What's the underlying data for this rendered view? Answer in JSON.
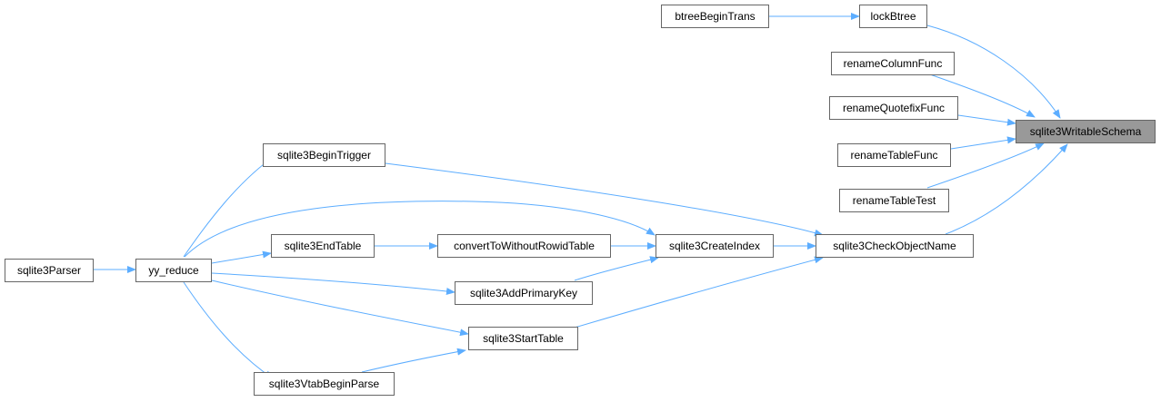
{
  "graph": {
    "edge_color": "#5CADFF",
    "root_fill": "#999999",
    "node_border": "#666666",
    "nodes": {
      "root": "sqlite3WritableSchema",
      "lockBtree": "lockBtree",
      "btreeBeginTrans": "btreeBeginTrans",
      "renameColumnFunc": "renameColumnFunc",
      "renameQuotefixFunc": "renameQuotefixFunc",
      "renameTableFunc": "renameTableFunc",
      "renameTableTest": "renameTableTest",
      "checkObjectName": "sqlite3CheckObjectName",
      "createIndex": "sqlite3CreateIndex",
      "convertToWithoutRowidTable": "convertToWithoutRowidTable",
      "endTable": "sqlite3EndTable",
      "addPrimaryKey": "sqlite3AddPrimaryKey",
      "startTable": "sqlite3StartTable",
      "beginTrigger": "sqlite3BeginTrigger",
      "vtabBeginParse": "sqlite3VtabBeginParse",
      "yyReduce": "yy_reduce",
      "parser": "sqlite3Parser"
    }
  }
}
